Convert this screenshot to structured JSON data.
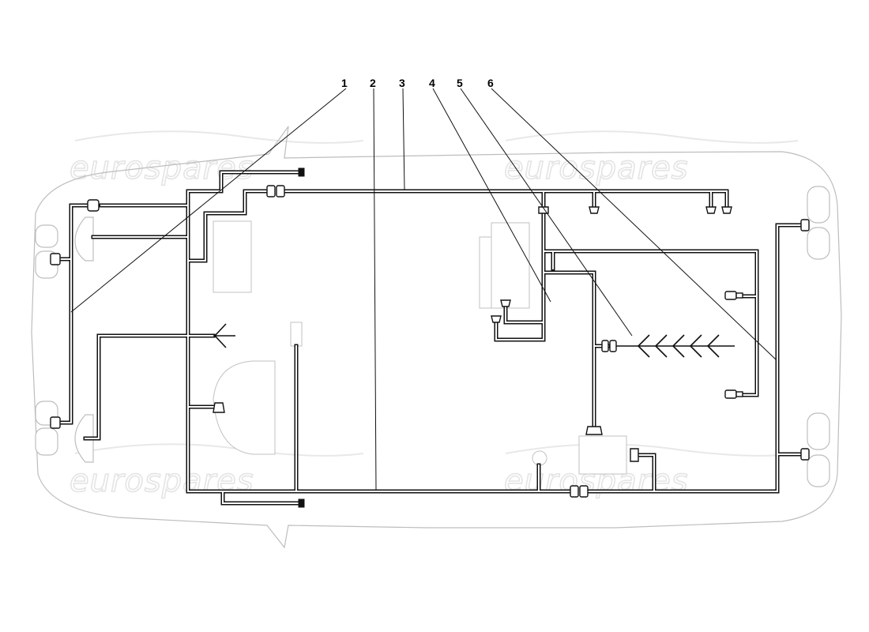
{
  "callouts": [
    {
      "label": "1"
    },
    {
      "label": "2"
    },
    {
      "label": "3"
    },
    {
      "label": "4"
    },
    {
      "label": "5"
    },
    {
      "label": "6"
    }
  ],
  "watermark": {
    "text": "eurospares"
  },
  "icons": {
    "connector": "plug-connector-icon",
    "ground": "ground-point-icon"
  },
  "colors": {
    "wire": "#111111",
    "outline": "#bdbdbd",
    "watermark": "#e4e4e4"
  }
}
